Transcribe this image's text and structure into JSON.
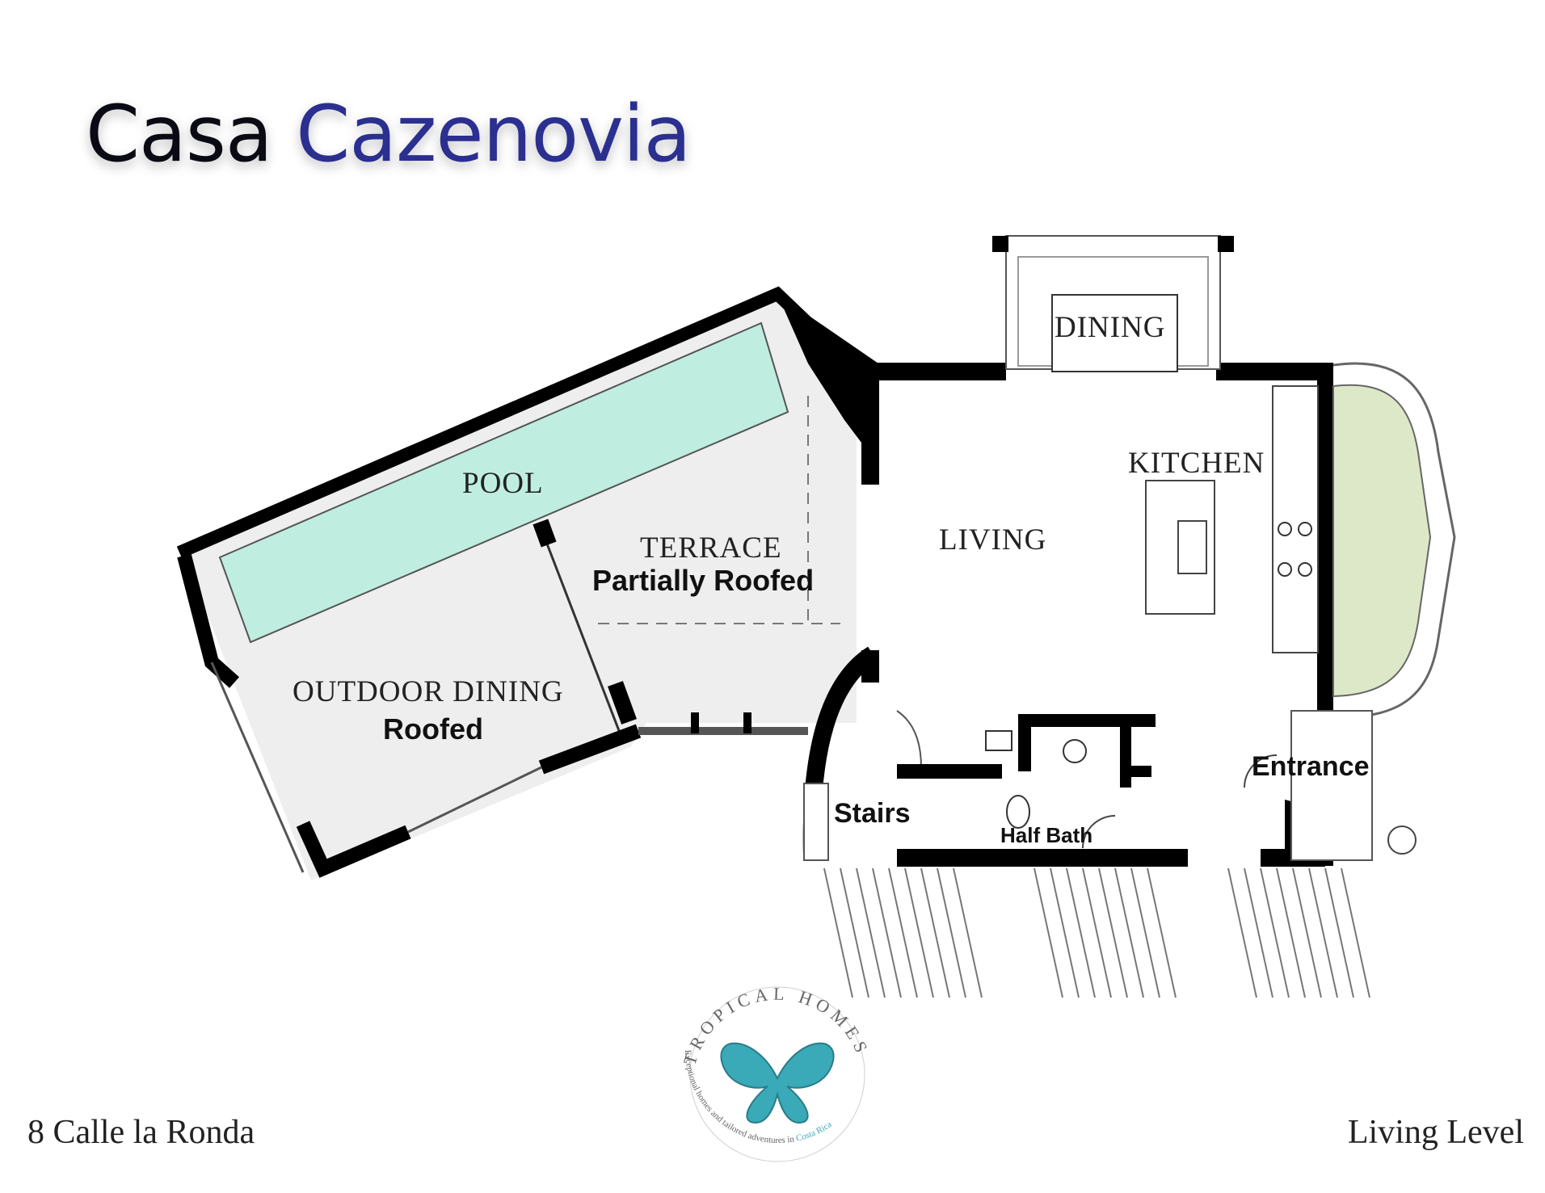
{
  "title": {
    "part1": "Casa",
    "part2": "Cazenovia"
  },
  "rooms": {
    "pool": "POOL",
    "terrace": "TERRACE",
    "terrace_note": "Partially Roofed",
    "outdoor_dining": "OUTDOOR DINING",
    "outdoor_dining_note": "Roofed",
    "living": "LIVING",
    "dining": "DINING",
    "kitchen": "KITCHEN",
    "entrance": "Entrance",
    "stairs": "Stairs",
    "half_bath": "Half Bath"
  },
  "logo": {
    "arc_text": "TROPICAL HOMES",
    "tagline_plain": "Exceptional homes and tailored adventures in",
    "tagline_highlight": "Costa Rica"
  },
  "footer": {
    "address": "8 Calle la Ronda",
    "level": "Living Level"
  },
  "colors": {
    "title_dark": "#0a0a14",
    "title_accent": "#2b2f8f",
    "pool": "#bfeee0",
    "garden": "#dde8c8",
    "patio": "#eeeeee",
    "butterfly": "#3aa9b8"
  }
}
